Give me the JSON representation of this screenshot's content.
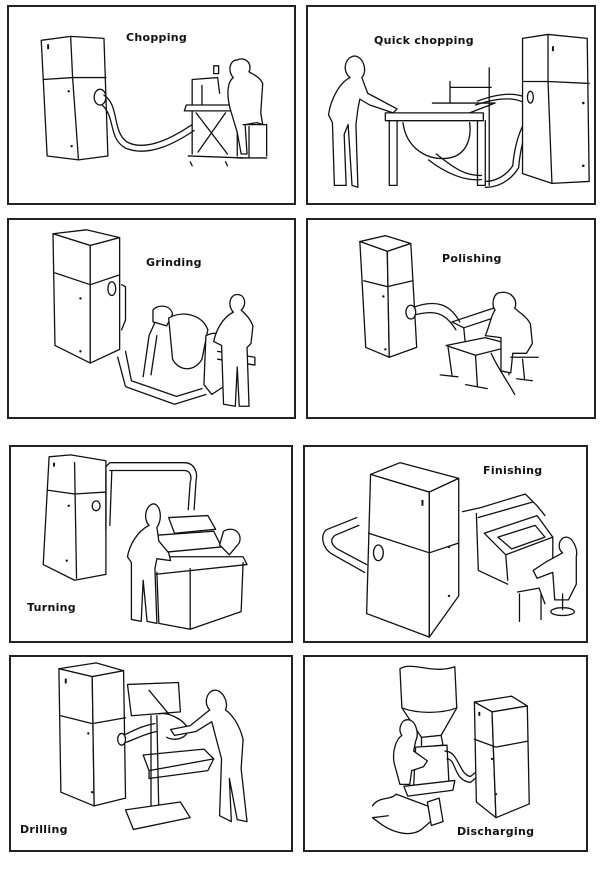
{
  "figure": {
    "panels": [
      {
        "id": "chopping",
        "label": "Chopping"
      },
      {
        "id": "quick-chopping",
        "label": "Quick chopping"
      },
      {
        "id": "grinding",
        "label": "Grinding"
      },
      {
        "id": "polishing",
        "label": "Polishing"
      },
      {
        "id": "turning",
        "label": "Turning"
      },
      {
        "id": "finishing",
        "label": "Finishing"
      },
      {
        "id": "drilling",
        "label": "Drilling"
      },
      {
        "id": "discharging",
        "label": "Discharging"
      }
    ]
  }
}
